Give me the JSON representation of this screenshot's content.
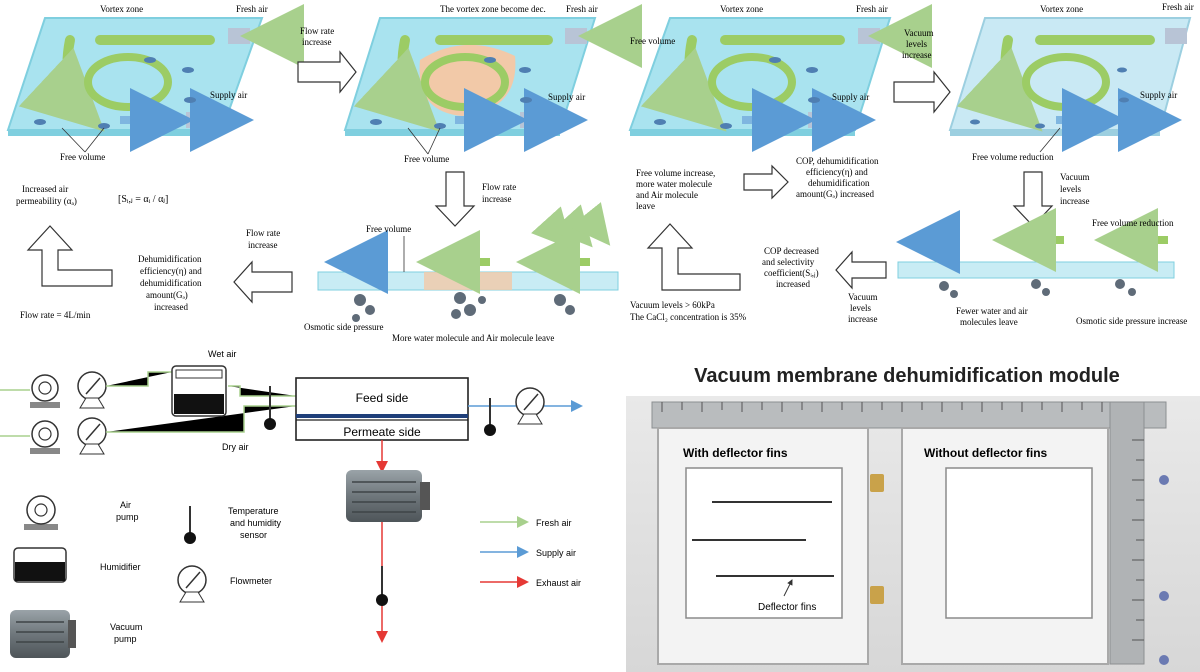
{
  "panels": {
    "p1": {
      "vortex_zone": "Vortex zone",
      "fresh_air": "Fresh air",
      "supply_air": "Supply air",
      "free_volume": "Free volume"
    },
    "p2": {
      "vortex_zone": "The vortex zone become dec.",
      "fresh_air": "Fresh air",
      "supply_air": "Supply air",
      "free_volume": "Free volume"
    },
    "p3": {
      "vortex_zone": "Vortex zone",
      "free_volume_top": "Free volume",
      "fresh_air": "Fresh air",
      "supply_air": "Supply air"
    },
    "p4": {
      "vortex_zone": "Vortex zone",
      "fresh_air": "Fresh air",
      "supply_air": "Supply air",
      "free_volume_reduction": "Free volume reduction"
    }
  },
  "arrows": {
    "flow_rate_increase_a": [
      "Flow rate",
      "increase"
    ],
    "vacuum_increase_a": [
      "Vacuum",
      "levels",
      "increase"
    ],
    "flow_rate_increase_b": [
      "Flow rate",
      "increase"
    ],
    "flow_rate_increase_c": [
      "Flow rate",
      "increase"
    ],
    "vacuum_increase_b": [
      "Vacuum",
      "levels",
      "increase"
    ],
    "vacuum_increase_c": [
      "Vacuum",
      "levels",
      "increase"
    ]
  },
  "left_mid": {
    "increased_perm": [
      "Increased air",
      "permeability (αₐ)"
    ],
    "formula": "[Sᵢ,ⱼ = αᵢ / αⱼ]",
    "dehum_text": [
      "Dehumidification",
      "efficiency(η) and",
      "dehumidification",
      "amount(Gₔ)",
      "increased"
    ],
    "flow_rate_cond": "Flow rate = 4L/min",
    "free_volume": "Free volume",
    "osmotic": "Osmotic side pressure",
    "more_water": "More water molecule and Air molecule leave"
  },
  "right_mid": {
    "free_volume_increase": [
      "Free volume increase,",
      "more water molecule",
      "and Air molecule",
      "leave"
    ],
    "cop_text": [
      "COP, dehumidification",
      "efficiency(η) and",
      "dehumidification",
      "amount(Gₔ) increased"
    ],
    "cop_decreased": [
      "COP decreased",
      "and selectivity",
      "coefficient(Sᵢ,ⱼ)",
      "increased"
    ],
    "vacuum_cond": "Vacuum levels > 60kPa",
    "cacl2_cond": "The CaCl₂ concentration is 35%",
    "free_volume_reduction": "Free volume reduction",
    "fewer_water": [
      "Fewer water and air",
      "molecules leave"
    ],
    "osmotic_increase": "Osmotic side pressure increase"
  },
  "schematic": {
    "wet_air": "Wet air",
    "dry_air": "Dry air",
    "feed_side": "Feed side",
    "permeate_side": "Permeate side"
  },
  "legend": {
    "air_pump": [
      "Air",
      "pump"
    ],
    "humidifier": "Humidifier",
    "vacuum_pump": [
      "Vacuum",
      "pump"
    ],
    "temp_sensor": [
      "Temperature",
      "and humidity",
      "sensor"
    ],
    "flowmeter": "Flowmeter",
    "fresh_air": "Fresh air",
    "supply_air": "Supply air",
    "exhaust_air": "Exhaust air"
  },
  "photo": {
    "title": "Vacuum membrane dehumidification module",
    "with_fins": "With deflector fins",
    "without_fins": "Without deflector fins",
    "deflector_fins": "Deflector fins"
  },
  "colors": {
    "plate": "#a9e3ef",
    "plate_edge": "#7fcfdf",
    "green_arrow": "#9ccc65",
    "blue_arrow": "#7fb6e0",
    "peach": "#f2c9a8",
    "fresh_line": "#a8d08d",
    "supply_line": "#5b9bd5",
    "exhaust_line": "#e53935"
  }
}
